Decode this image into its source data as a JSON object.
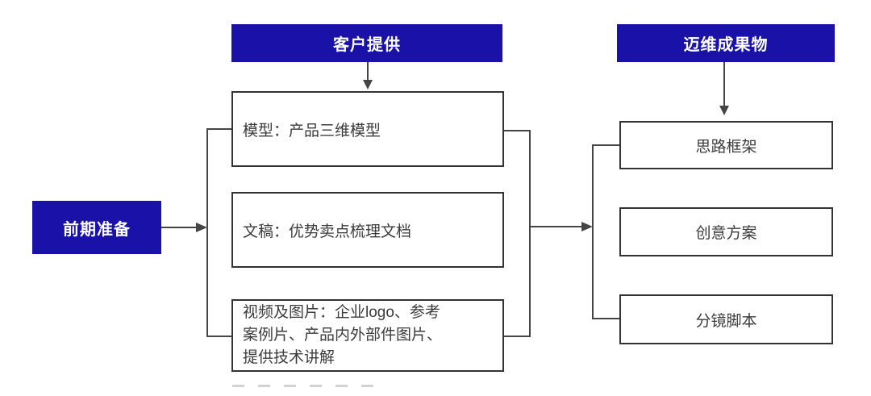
{
  "colors": {
    "accent_blue": "#1a11a8",
    "box_border": "#333333",
    "connector": "#454545",
    "text": "#3b3b3b"
  },
  "start_node": {
    "label": "前期准备"
  },
  "client_column": {
    "header": "客户提供",
    "items": [
      "模型：产品三维模型",
      "文稿：优势卖点梳理文档",
      "视频及图片：企业logo、参考\n案例片、产品内外部件图片、\n提供技术讲解"
    ]
  },
  "deliverables_column": {
    "header": "迈维成果物",
    "items": [
      "思路框架",
      "创意方案",
      "分镜脚本"
    ]
  }
}
